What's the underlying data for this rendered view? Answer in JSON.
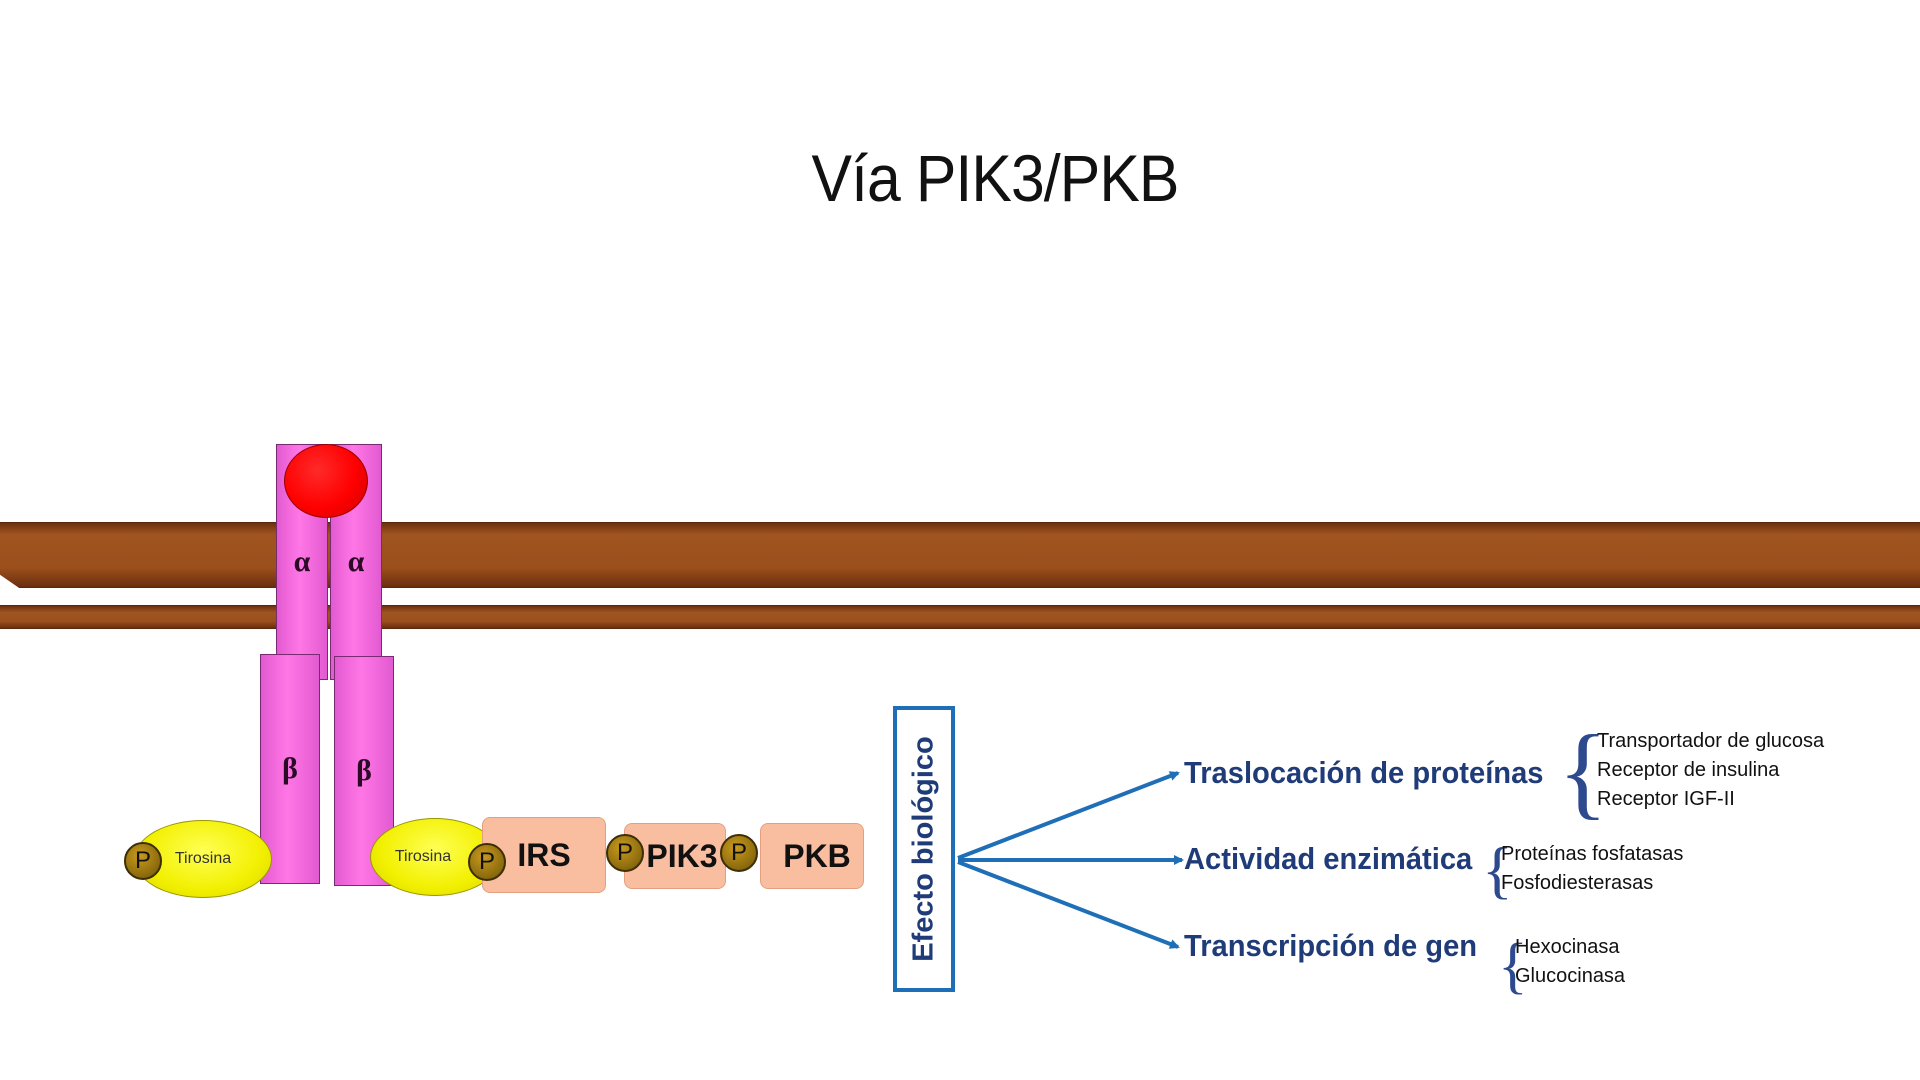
{
  "title": "Vía PIK3/PKB",
  "receptor": {
    "alpha_left": "α",
    "alpha_right": "α",
    "beta_left": "β",
    "beta_right": "β",
    "tyrosine_left": "Tirosina",
    "tyrosine_right": "Tirosina"
  },
  "phosphate_label": "P",
  "cascade": [
    "IRS",
    "PIK3",
    "PKB"
  ],
  "effect_label": "Efecto biológico",
  "arrow_color": "#1f6fb8",
  "outcomes": [
    {
      "label": "Traslocación de proteínas",
      "items": [
        "Transportador de glucosa",
        "Receptor de insulina",
        "Receptor IGF-II"
      ]
    },
    {
      "label": "Actividad enzimática",
      "items": [
        "Proteínas fosfatasas",
        "Fosfodiesterasas"
      ]
    },
    {
      "label": "Transcripción de gen",
      "items": [
        "Hexocinasa",
        "Glucocinasa"
      ]
    }
  ]
}
